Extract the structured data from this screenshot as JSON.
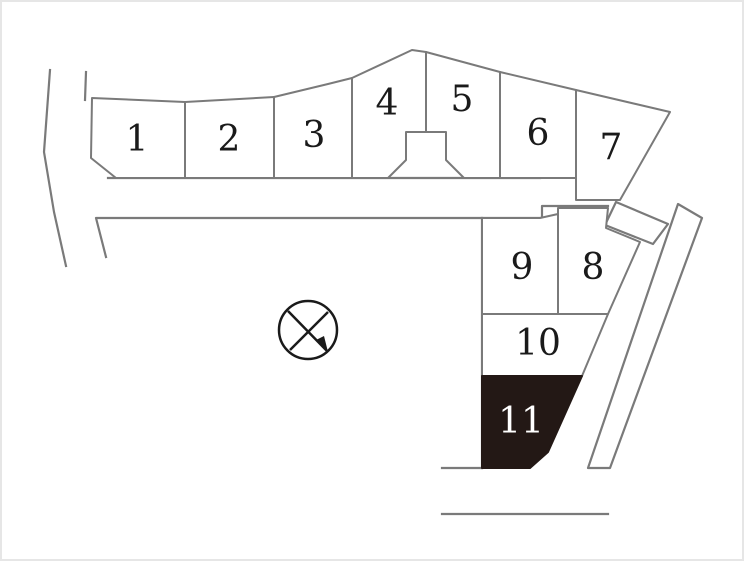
{
  "lots": [
    {
      "id": "1",
      "label": "1",
      "status": "available"
    },
    {
      "id": "2",
      "label": "2",
      "status": "available"
    },
    {
      "id": "3",
      "label": "3",
      "status": "available"
    },
    {
      "id": "4",
      "label": "4",
      "status": "available"
    },
    {
      "id": "5",
      "label": "5",
      "status": "available"
    },
    {
      "id": "6",
      "label": "6",
      "status": "available"
    },
    {
      "id": "7",
      "label": "7",
      "status": "available"
    },
    {
      "id": "8",
      "label": "8",
      "status": "available"
    },
    {
      "id": "9",
      "label": "9",
      "status": "available"
    },
    {
      "id": "10",
      "label": "10",
      "status": "available"
    },
    {
      "id": "11",
      "label": "11",
      "status": "highlighted"
    }
  ],
  "colors": {
    "line": "#7a7a7a",
    "highlight_fill": "#231815",
    "highlight_text": "#ffffff",
    "text": "#1a1a1a"
  },
  "north_arrow_icon": "north-arrow-icon"
}
